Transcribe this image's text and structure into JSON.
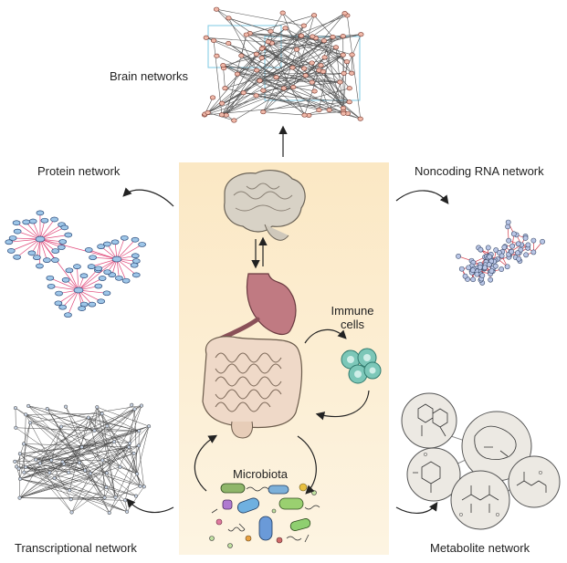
{
  "labels": {
    "brain_networks": "Brain networks",
    "protein_network": "Protein network",
    "noncoding_rna_network": "Noncoding RNA network",
    "immune_cells_line1": "Immune",
    "immune_cells_line2": "cells",
    "microbiota": "Microbiota",
    "transcriptional_network": "Transcriptional network",
    "metabolite_network": "Metabolite network"
  },
  "colors": {
    "center_panel_top": "#fbe8c4",
    "center_panel_bottom": "#fdf4e2",
    "brain_node": "#f0b8a8",
    "brain_highlight_box": "#7ec8e3",
    "protein_node": "#9ec6e8",
    "protein_edge": "#e0487a",
    "rna_node": "#b9c6e6",
    "rna_edge": "#d23c4a",
    "immune_cell": "#7cc7b8",
    "stomach": "#c07a82",
    "intestine": "#efd9c8",
    "brain_organ": "#d8d2c6"
  },
  "icons": [
    "brain-network-graph",
    "protein-network-graph",
    "noncoding-rna-network-graph",
    "transcriptional-network-graph",
    "metabolite-structures",
    "brain-organ",
    "stomach-organ",
    "intestine-organ",
    "immune-cells",
    "microbiota-cluster",
    "arrow"
  ]
}
